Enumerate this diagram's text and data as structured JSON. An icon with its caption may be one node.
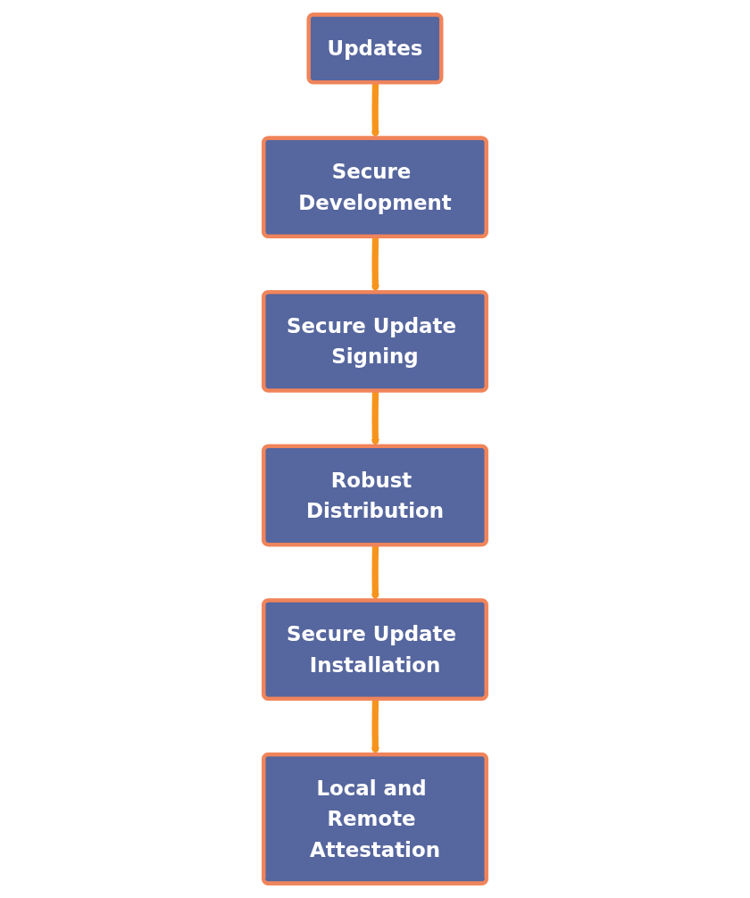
{
  "diagram": {
    "nodes": [
      {
        "text": [
          "Secure Development"
        ]
      },
      {
        "text": [
          "Secure Update Signing"
        ]
      },
      {
        "text": [
          "Robust Distribution"
        ]
      },
      {
        "text": [
          "Secure Update Installation"
        ]
      },
      {
        "text": [
          "Local and Remote Attestation"
        ]
      },
      {
        "text": [
          "Updates"
        ]
      }
    ],
    "edges": [
      {
        "from": 0,
        "to": 1,
        "arrow": "to"
      },
      {
        "from": 1,
        "to": 2,
        "arrow": "to"
      },
      {
        "from": 2,
        "to": 3,
        "arrow": "to"
      },
      {
        "from": 3,
        "to": 4,
        "arrow": "to"
      },
      {
        "from": 5,
        "to": 0,
        "arrow": "to"
      }
    ]
  }
}
